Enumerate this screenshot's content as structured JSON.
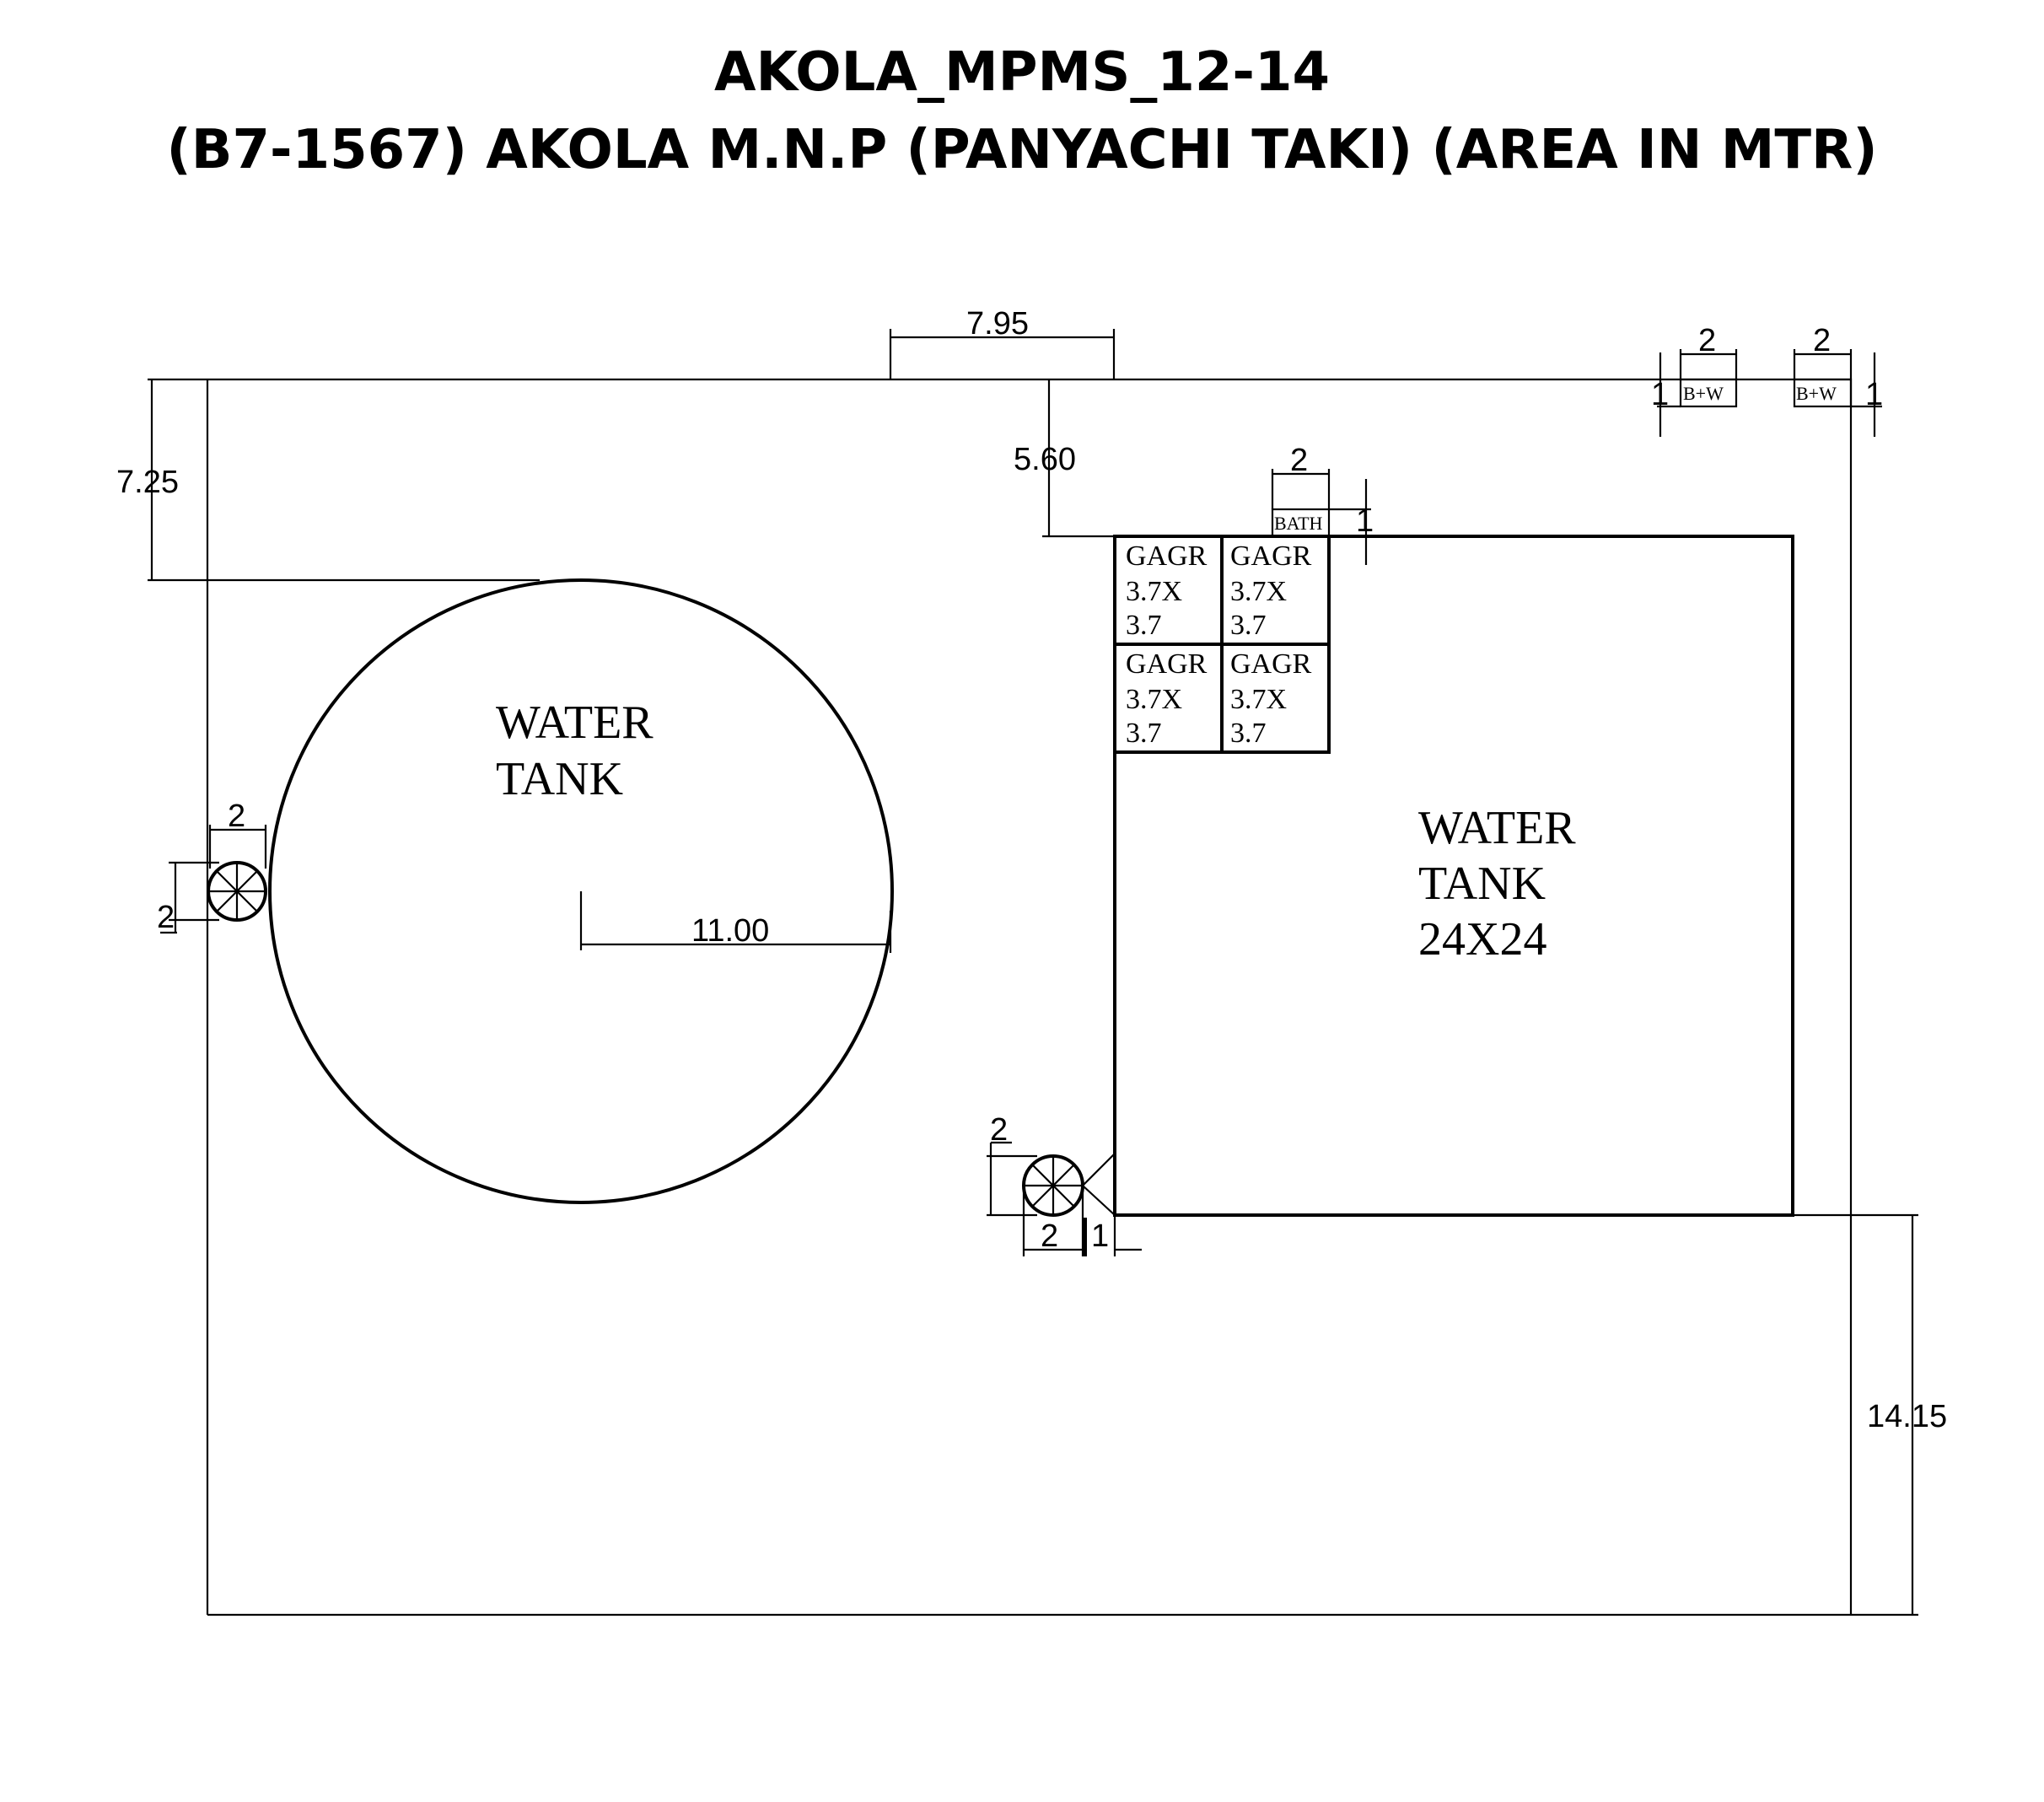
{
  "title": {
    "line1": "AKOLA_MPMS_12-14",
    "line2": "(B7-1567) AKOLA M.N.P (PANYACHI TAKI) (AREA IN MTR)"
  },
  "plan": {
    "circle_tank": {
      "label_line1": "WATER",
      "label_line2": "TANK",
      "radius_label": "11.00"
    },
    "square_tank": {
      "label_line1": "WATER",
      "label_line2": "TANK",
      "label_line3": "24X24"
    },
    "gagr_rooms": [
      {
        "l1": "GAGR",
        "l2": "3.7X",
        "l3": "3.7"
      },
      {
        "l1": "GAGR",
        "l2": "3.7X",
        "l3": "3.7"
      },
      {
        "l1": "GAGR",
        "l2": "3.7X",
        "l3": "3.7"
      },
      {
        "l1": "GAGR",
        "l2": "3.7X",
        "l3": "3.7"
      }
    ],
    "bath": {
      "label": "BATH",
      "width": "2",
      "height": "1"
    },
    "bw_boxes": [
      {
        "label": "B+W",
        "width": "2",
        "height": "1"
      },
      {
        "label": "B+W",
        "width": "2",
        "height": "1"
      }
    ],
    "dimensions": {
      "top_offset": "7.95",
      "left_offset": "7.25",
      "square_top_offset": "5.60",
      "right_bottom": "14.15",
      "valve_left_w": "2",
      "valve_left_h": "2",
      "valve_mid_h": "2",
      "valve_mid_w": "2",
      "valve_mid_gap": "1"
    }
  }
}
